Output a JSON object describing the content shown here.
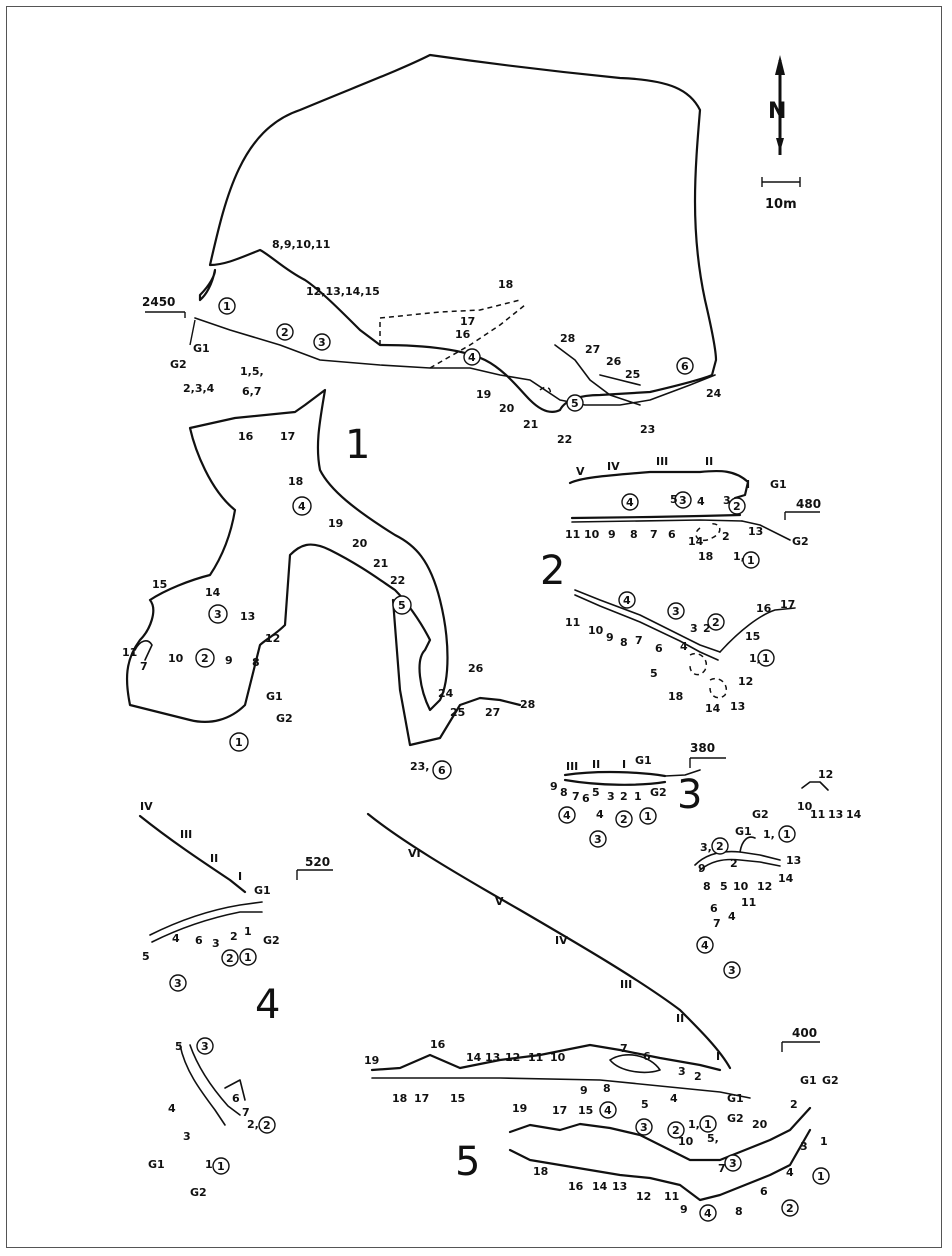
{
  "map": {
    "north_label": "N",
    "scale_label": "10m",
    "colors": {
      "ink": "#111111",
      "paper": "#ffffff",
      "frame": "#555555"
    },
    "caves": [
      {
        "id": "1",
        "label": "1",
        "elevation": "2450",
        "profile_stations": [
          "1",
          "2",
          "3",
          "4",
          "5",
          "6",
          "G1",
          "G2",
          "2,3,4",
          "1,5,",
          "6,7",
          "8,9,10,11",
          "12,13,14,15",
          "16",
          "17",
          "18",
          "19",
          "20",
          "21",
          "22",
          "23",
          "24",
          "25",
          "26",
          "27",
          "28"
        ],
        "plan_stations": [
          "1",
          "2",
          "3",
          "4",
          "5",
          "6",
          "7",
          "8",
          "9",
          "10",
          "11",
          "12",
          "13",
          "14",
          "15",
          "16",
          "17",
          "18",
          "19",
          "20",
          "21",
          "22",
          "23,",
          "24",
          "25",
          "26",
          "27",
          "28",
          "G1",
          "G2"
        ]
      },
      {
        "id": "2",
        "label": "2",
        "elevation": "480",
        "profile_levels": [
          "V",
          "IV",
          "III",
          "II",
          "I"
        ],
        "profile_stations": [
          "1,",
          "2",
          "3",
          "4",
          "5",
          "6",
          "7",
          "8",
          "9",
          "10",
          "11",
          "13",
          "14",
          "18",
          "G1",
          "G2"
        ],
        "plan_stations": [
          "1,",
          "2",
          "3",
          "4",
          "5",
          "6",
          "7",
          "8",
          "9",
          "10",
          "11",
          "12",
          "13",
          "14",
          "15",
          "16",
          "17",
          "18"
        ]
      },
      {
        "id": "3",
        "label": "3",
        "elevation": "380",
        "profile_levels": [
          "III",
          "II",
          "I"
        ],
        "profile_stations": [
          "1",
          "2",
          "3",
          "4",
          "5",
          "6",
          "7",
          "8",
          "9",
          "G1",
          "G2"
        ],
        "plan_stations": [
          "1,",
          "2",
          "3,",
          "4",
          "5",
          "6",
          "7",
          "8",
          "9",
          "10",
          "11",
          "12",
          "13",
          "14",
          "G1",
          "G2"
        ]
      },
      {
        "id": "4",
        "label": "4",
        "elevation": "520",
        "profile_levels": [
          "IV",
          "III",
          "II",
          "I"
        ],
        "profile_stations": [
          "1",
          "2",
          "3",
          "4",
          "5",
          "6",
          "G1",
          "G2"
        ],
        "plan_stations": [
          "1",
          "2,",
          "3",
          "4",
          "5",
          "6",
          "7",
          "G1",
          "G2"
        ]
      },
      {
        "id": "5",
        "label": "5",
        "elevation": "400",
        "profile_levels": [
          "VI",
          "V",
          "IV",
          "III",
          "II",
          "I"
        ],
        "profile_stations": [
          "1,",
          "2",
          "3",
          "4",
          "5",
          "6",
          "7",
          "8",
          "9",
          "10",
          "11",
          "12",
          "13",
          "14",
          "15",
          "16",
          "17",
          "18",
          "19",
          "G1",
          "G2"
        ],
        "plan_stations": [
          "1",
          "2",
          "3",
          "4",
          "5,",
          "6",
          "7",
          "8",
          "9",
          "10",
          "11",
          "12",
          "13",
          "14",
          "15",
          "16",
          "17",
          "18",
          "19",
          "20",
          "G1",
          "G2"
        ]
      }
    ]
  }
}
